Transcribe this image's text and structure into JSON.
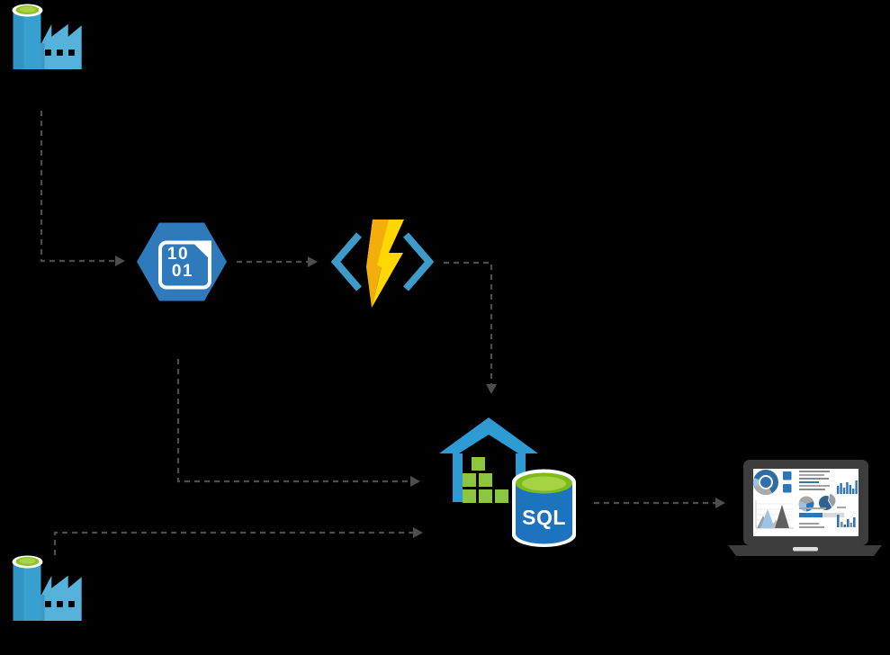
{
  "diagram": {
    "background_color": "#000000",
    "connector_color": "#4D4D4D",
    "palette": {
      "azure_light_blue": "#55B2DA",
      "azure_mid_blue": "#38A0D0",
      "warehouse_blue": "#2E9BD5",
      "hexagon_blue": "#2E7ABD",
      "sql_cylinder_blue": "#1E73BE",
      "lime_green": "#8CC63F",
      "chimney_green_outer": "#8FC129",
      "chimney_green_inner": "#ABD443",
      "db_top_green_outer": "#7DBB1D",
      "db_top_green_inner": "#A6D343",
      "bracket_blue": "#3D9BC9",
      "bolt_yellow": "#FFD702",
      "bolt_amber": "#F3AE0B",
      "laptop_frame_gray": "#3D3D3D",
      "dashboard_blue": "#2E75B5",
      "dashboard_navy": "#2F6490",
      "dashboard_gray": "#A6A6A6"
    },
    "nodes": [
      {
        "id": "factory-top-left",
        "icon": "factory-icon"
      },
      {
        "id": "binary-file",
        "icon": "binary-file-hexagon-icon",
        "file_text_line1": "10",
        "file_text_line2": "01"
      },
      {
        "id": "functions",
        "icon": "code-brackets-lightning-icon"
      },
      {
        "id": "warehouse-sql",
        "icon": "warehouse-database-icon",
        "database_label": "SQL"
      },
      {
        "id": "dashboard-laptop",
        "icon": "laptop-dashboard-icon"
      },
      {
        "id": "factory-bottom-left",
        "icon": "factory-icon"
      }
    ],
    "connectors": [
      {
        "from": "factory-top-left",
        "to": "binary-file",
        "style": "dashed-arrow"
      },
      {
        "from": "binary-file",
        "to": "functions",
        "style": "dashed-arrow"
      },
      {
        "from": "functions",
        "to": "warehouse-sql",
        "style": "dashed-arrow"
      },
      {
        "from": "binary-file",
        "to": "warehouse-sql",
        "style": "dashed-arrow"
      },
      {
        "from": "factory-bottom-left",
        "to": "warehouse-sql",
        "style": "dashed-arrow"
      },
      {
        "from": "warehouse-sql",
        "to": "dashboard-laptop",
        "style": "dashed-arrow"
      }
    ]
  }
}
